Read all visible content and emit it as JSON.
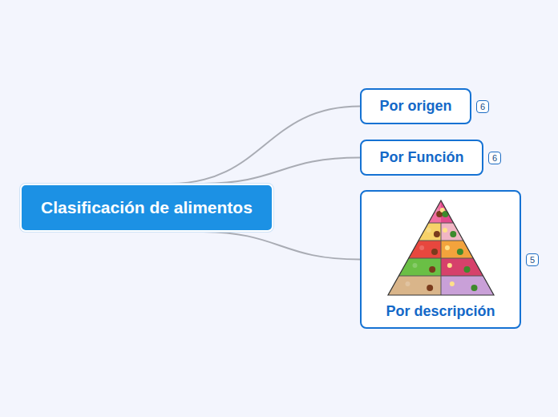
{
  "diagram": {
    "nodes": [
      {
        "text": [
          "Clasificación de alimentos"
        ]
      },
      {
        "text": [
          "Por origen"
        ]
      },
      {
        "text": [
          "Por Función"
        ]
      },
      {
        "text": [
          "Por descripción"
        ]
      }
    ],
    "edges": [
      {
        "from": 0,
        "to": 1,
        "arrow": "none"
      },
      {
        "from": 0,
        "to": 2,
        "arrow": "none"
      },
      {
        "from": 0,
        "to": 3,
        "arrow": "none"
      }
    ],
    "labels": [
      "6",
      "6",
      "5"
    ]
  }
}
